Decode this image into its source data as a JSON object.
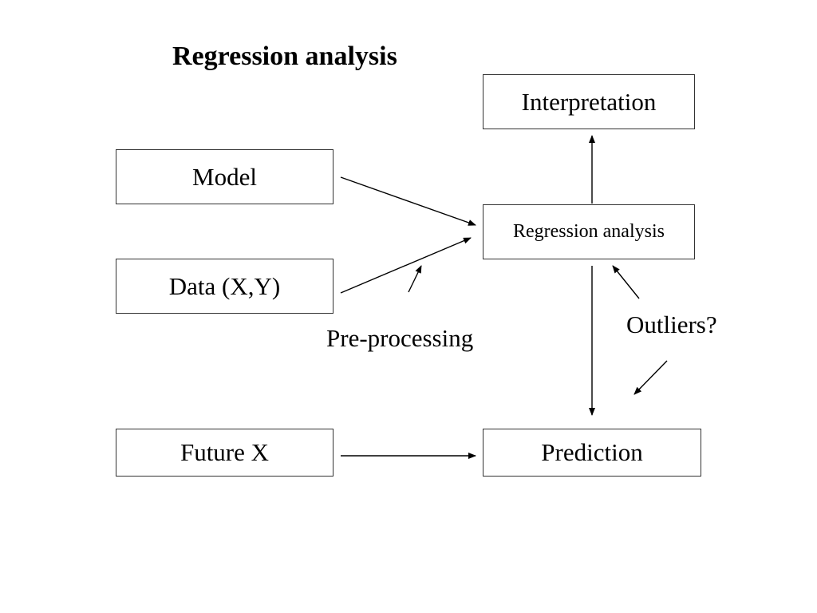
{
  "title": "Regression analysis",
  "nodes": {
    "model": "Model",
    "data": "Data (X,Y)",
    "future_x": "Future X",
    "interpretation": "Interpretation",
    "regression": "Regression analysis",
    "prediction": "Prediction"
  },
  "annotations": {
    "preprocessing": "Pre-processing",
    "outliers": "Outliers?"
  },
  "edges": [
    {
      "from": "Model",
      "to": "Regression analysis"
    },
    {
      "from": "Data (X,Y)",
      "to": "Regression analysis"
    },
    {
      "from": "Regression analysis",
      "to": "Interpretation"
    },
    {
      "from": "Regression analysis",
      "to": "Prediction"
    },
    {
      "from": "Future X",
      "to": "Prediction"
    },
    {
      "from": "Pre-processing",
      "to": "Data (X,Y) → Regression analysis"
    },
    {
      "from": "Outliers?",
      "to": "Regression analysis"
    },
    {
      "from": "Outliers?",
      "to": "Prediction"
    }
  ]
}
